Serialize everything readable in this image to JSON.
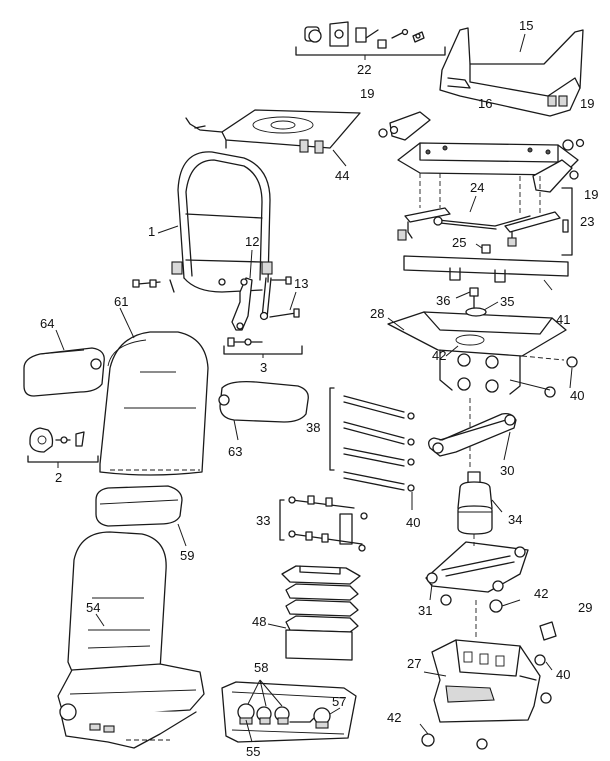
{
  "callouts": [
    {
      "id": "c1",
      "text": "1"
    },
    {
      "id": "c2",
      "text": "2"
    },
    {
      "id": "c3",
      "text": "3"
    },
    {
      "id": "c12",
      "text": "12"
    },
    {
      "id": "c13",
      "text": "13"
    },
    {
      "id": "c15",
      "text": "15"
    },
    {
      "id": "c16",
      "text": "16"
    },
    {
      "id": "c19a",
      "text": "19"
    },
    {
      "id": "c19b",
      "text": "19"
    },
    {
      "id": "c19c",
      "text": "19"
    },
    {
      "id": "c22",
      "text": "22"
    },
    {
      "id": "c23",
      "text": "23"
    },
    {
      "id": "c24",
      "text": "24"
    },
    {
      "id": "c25",
      "text": "25"
    },
    {
      "id": "c27",
      "text": "27"
    },
    {
      "id": "c28",
      "text": "28"
    },
    {
      "id": "c29",
      "text": "29"
    },
    {
      "id": "c30",
      "text": "30"
    },
    {
      "id": "c31",
      "text": "31"
    },
    {
      "id": "c33",
      "text": "33"
    },
    {
      "id": "c34",
      "text": "34"
    },
    {
      "id": "c35",
      "text": "35"
    },
    {
      "id": "c36",
      "text": "36"
    },
    {
      "id": "c38",
      "text": "38"
    },
    {
      "id": "c40a",
      "text": "40"
    },
    {
      "id": "c40b",
      "text": "40"
    },
    {
      "id": "c40c",
      "text": "40"
    },
    {
      "id": "c41",
      "text": "41"
    },
    {
      "id": "c42a",
      "text": "42"
    },
    {
      "id": "c42b",
      "text": "42"
    },
    {
      "id": "c42c",
      "text": "42"
    },
    {
      "id": "c44",
      "text": "44"
    },
    {
      "id": "c48",
      "text": "48"
    },
    {
      "id": "c54",
      "text": "54"
    },
    {
      "id": "c55",
      "text": "55"
    },
    {
      "id": "c57",
      "text": "57"
    },
    {
      "id": "c58",
      "text": "58"
    },
    {
      "id": "c59",
      "text": "59"
    },
    {
      "id": "c61",
      "text": "61"
    },
    {
      "id": "c63",
      "text": "63"
    },
    {
      "id": "c64",
      "text": "64"
    }
  ]
}
